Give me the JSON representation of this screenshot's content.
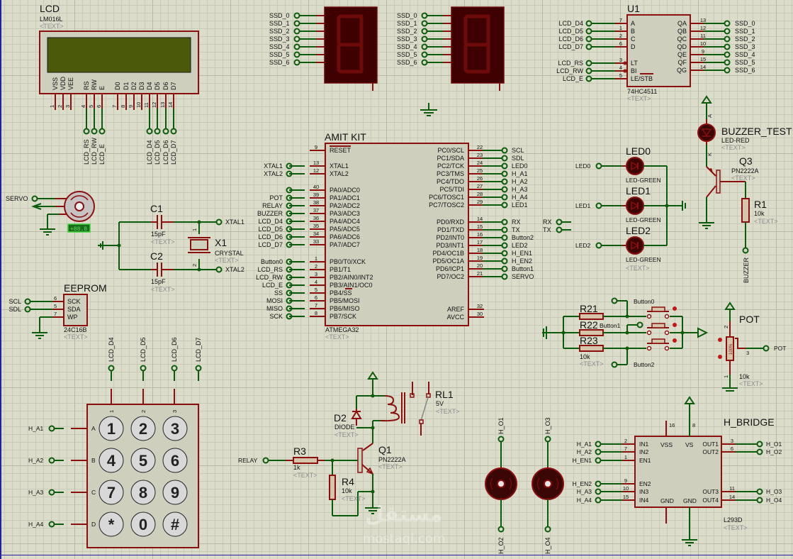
{
  "lcd": {
    "ref": "LCD",
    "part": "LM016L",
    "text": "<TEXT>",
    "pins": [
      {
        "n": "1",
        "l": "VSS"
      },
      {
        "n": "2",
        "l": "VDD"
      },
      {
        "n": "3",
        "l": "VEE"
      },
      {
        "n": "4",
        "l": "RS"
      },
      {
        "n": "5",
        "l": "RW"
      },
      {
        "n": "6",
        "l": "E"
      },
      {
        "n": "7",
        "l": "D0"
      },
      {
        "n": "8",
        "l": "D1"
      },
      {
        "n": "9",
        "l": "D2"
      },
      {
        "n": "10",
        "l": "D3"
      },
      {
        "n": "11",
        "l": "D4"
      },
      {
        "n": "12",
        "l": "D5"
      },
      {
        "n": "13",
        "l": "D6"
      },
      {
        "n": "14",
        "l": "D7"
      }
    ],
    "nets": [
      "LCD_RS",
      "LCD_RW",
      "LCD_E",
      "LCD_D4",
      "LCD_D5",
      "LCD_D6",
      "LCD_D7"
    ]
  },
  "ssd": {
    "nets": [
      "SSD_0",
      "SSD_1",
      "SSD_2",
      "SSD_3",
      "SSD_4",
      "SSD_5",
      "SSD_6"
    ]
  },
  "u1": {
    "ref": "U1",
    "part": "74HC4511",
    "text": "<TEXT>",
    "left": [
      {
        "net": "LCD_D4",
        "n": "7",
        "l": "A"
      },
      {
        "net": "LCD_D5",
        "n": "1",
        "l": "B"
      },
      {
        "net": "LCD_D6",
        "n": "2",
        "l": "C"
      },
      {
        "net": "LCD_D7",
        "n": "6",
        "l": "D"
      },
      {
        "net": "LCD_RS",
        "n": "3",
        "l": "LT"
      },
      {
        "net": "LCD_RW",
        "n": "4",
        "l": "BI"
      },
      {
        "net": "LCD_E",
        "n": "5",
        "l": "LE/STB"
      }
    ],
    "right": [
      {
        "net": "SSD_0",
        "n": "13",
        "l": "QA"
      },
      {
        "net": "SSD_1",
        "n": "12",
        "l": "QB"
      },
      {
        "net": "SSD_2",
        "n": "11",
        "l": "QC"
      },
      {
        "net": "SSD_3",
        "n": "10",
        "l": "QD"
      },
      {
        "net": "SSD_4",
        "n": "9",
        "l": "QE"
      },
      {
        "net": "SSD_5",
        "n": "15",
        "l": "QF"
      },
      {
        "net": "SSD_6",
        "n": "14",
        "l": "QG"
      }
    ]
  },
  "mcu": {
    "ref": "AMIT KIT",
    "part": "ATMEGA32",
    "text": "<TEXT>",
    "reset": {
      "n": "9",
      "l": "RESET"
    },
    "xtal": [
      {
        "net": "XTAL1",
        "n": "13",
        "l": "XTAL1"
      },
      {
        "net": "XTAL2",
        "n": "12",
        "l": "XTAL2"
      }
    ],
    "porta": [
      {
        "net": "",
        "n": "40",
        "l": "PA0/ADC0"
      },
      {
        "net": "POT",
        "n": "39",
        "l": "PA1/ADC1"
      },
      {
        "net": "RELAY",
        "n": "38",
        "l": "PA2/ADC2"
      },
      {
        "net": "BUZZER",
        "n": "37",
        "l": "PA3/ADC3"
      },
      {
        "net": "LCD_D4",
        "n": "36",
        "l": "PA4/ADC4"
      },
      {
        "net": "LCD_D5",
        "n": "35",
        "l": "PA5/ADC5"
      },
      {
        "net": "LCD_D6",
        "n": "34",
        "l": "PA6/ADC6"
      },
      {
        "net": "LCD_D7",
        "n": "33",
        "l": "PA7/ADC7"
      }
    ],
    "portb": [
      {
        "net": "Button0",
        "n": "1",
        "l": "PB0/T0/XCK"
      },
      {
        "net": "LCD_RS",
        "n": "2",
        "l": "PB1/T1"
      },
      {
        "net": "LCD_RW",
        "n": "3",
        "l": "PB2/AIN0/INT2"
      },
      {
        "net": "LCD_E",
        "n": "4",
        "l": "PB3/AIN1/OC0"
      },
      {
        "net": "SS",
        "n": "5",
        "l": "PB4/SS"
      },
      {
        "net": "MOSI",
        "n": "6",
        "l": "PB5/MOSI"
      },
      {
        "net": "MISO",
        "n": "7",
        "l": "PB6/MISO"
      },
      {
        "net": "SCK",
        "n": "8",
        "l": "PB7/SCK"
      }
    ],
    "portc": [
      {
        "net": "SCL",
        "n": "22",
        "l": "PC0/SCL"
      },
      {
        "net": "SDL",
        "n": "23",
        "l": "PC1/SDA"
      },
      {
        "net": "LED0",
        "n": "24",
        "l": "PC2/TCK"
      },
      {
        "net": "H_A1",
        "n": "25",
        "l": "PC3/TMS"
      },
      {
        "net": "H_A2",
        "n": "26",
        "l": "PC4/TDO"
      },
      {
        "net": "H_A3",
        "n": "27",
        "l": "PC5/TDI"
      },
      {
        "net": "H_A4",
        "n": "28",
        "l": "PC6/TOSC1"
      },
      {
        "net": "LED1",
        "n": "29",
        "l": "PC7/TOSC2"
      }
    ],
    "portd": [
      {
        "net": "RX",
        "n": "14",
        "l": "PD0/RXD"
      },
      {
        "net": "TX",
        "n": "15",
        "l": "PD1/TXD"
      },
      {
        "net": "Button2",
        "n": "16",
        "l": "PD2/INT0"
      },
      {
        "net": "LED2",
        "n": "17",
        "l": "PD3/INT1"
      },
      {
        "net": "H_EN1",
        "n": "18",
        "l": "PD4/OC1B"
      },
      {
        "net": "H_EN2",
        "n": "19",
        "l": "PD5/OC1A"
      },
      {
        "net": "Button1",
        "n": "20",
        "l": "PD6/ICP1"
      },
      {
        "net": "SERVO",
        "n": "21",
        "l": "PD7/OC2"
      }
    ],
    "analog": [
      {
        "n": "32",
        "l": "AREF"
      },
      {
        "n": "30",
        "l": "AVCC"
      }
    ]
  },
  "servo": {
    "net": "SERVO",
    "display": "+88.8"
  },
  "crystal": {
    "c1": "C1",
    "c1v": "15pF",
    "c2": "C2",
    "c2v": "15pF",
    "x1": "X1",
    "x1v": "CRYSTAL",
    "text": "<TEXT>",
    "net1": "XTAL1",
    "net2": "XTAL2",
    "p1": "1",
    "p2": "2"
  },
  "eeprom": {
    "ref": "EEPROM",
    "part": "24C16B",
    "text": "<TEXT>",
    "pins": [
      {
        "net": "SCL",
        "n": "6",
        "l": "SCK"
      },
      {
        "net": "SDL",
        "n": "5",
        "l": "SDA"
      },
      {
        "net": "",
        "n": "7",
        "l": "WP"
      }
    ]
  },
  "leds": {
    "items": [
      {
        "net": "LED0",
        "ref": "LED0",
        "part": "LED-GREEN"
      },
      {
        "net": "LED1",
        "ref": "LED1",
        "part": "LED-GREEN"
      },
      {
        "net": "LED2",
        "ref": "LED2",
        "part": "LED-GREEN"
      }
    ],
    "uart": [
      "RX",
      "TX"
    ],
    "text": "<TEXT>"
  },
  "buzzer": {
    "ref": "BUZZER_TEST",
    "part": "LED-RED",
    "anode": "A",
    "cathode": "K",
    "q": "Q3",
    "qpart": "PN2222A",
    "r": "R1",
    "rv": "10k",
    "net": "BUZZER",
    "text": "<TEXT>"
  },
  "buttons": {
    "r21": "R21",
    "r22": "R22",
    "r23": "R23",
    "rv": "10k",
    "r_text": "<TEXT>",
    "nets": [
      "Button0",
      "Button1",
      "Button2"
    ]
  },
  "pot": {
    "ref": "POT",
    "value": "10k",
    "pct": "100%",
    "net": "POT",
    "p1": "1",
    "p2": "2",
    "p3": "3",
    "text": "<TEXT>"
  },
  "keypad": {
    "cols": [
      "LCD_D4",
      "LCD_D5",
      "LCD_D6",
      "LCD_D7"
    ],
    "col_pins": [
      "1",
      "2",
      "3"
    ],
    "rows": [
      {
        "net": "H_A1",
        "l": "A"
      },
      {
        "net": "H_A2",
        "l": "B"
      },
      {
        "net": "H_A3",
        "l": "C"
      },
      {
        "net": "H_A4",
        "l": "D"
      }
    ],
    "keys": [
      "1",
      "2",
      "3",
      "4",
      "5",
      "6",
      "7",
      "8",
      "9",
      "*",
      "0",
      "#"
    ]
  },
  "relay": {
    "ref": "RL1",
    "value": "5V",
    "d": "D2",
    "dpart": "DIODE",
    "q": "Q1",
    "qpart": "PN2222A",
    "r3": "R3",
    "r3v": "1k",
    "r4": "R4",
    "r4v": "10k",
    "net": "RELAY",
    "text": "<TEXT>"
  },
  "motors": {
    "top": [
      "H_O1",
      "H_O3"
    ],
    "bottom": [
      "H_O2",
      "H_O4"
    ]
  },
  "hbridge": {
    "ref": "H_BRIDGE",
    "part": "L293D",
    "text": "<TEXT>",
    "left": [
      {
        "net": "H_A1",
        "n": "2",
        "l": "IN1"
      },
      {
        "net": "H_A2",
        "n": "7",
        "l": "IN2"
      },
      {
        "net": "H_EN1",
        "n": "1",
        "l": "EN1"
      },
      {
        "net": "H_EN2",
        "n": "9",
        "l": "EN2"
      },
      {
        "net": "H_A3",
        "n": "10",
        "l": "IN3"
      },
      {
        "net": "H_A4",
        "n": "15",
        "l": "IN4"
      }
    ],
    "right": [
      {
        "net": "H_O1",
        "n": "3",
        "l": "OUT1"
      },
      {
        "net": "H_O2",
        "n": "6",
        "l": "OUT2"
      },
      {
        "net": "H_O3",
        "n": "11",
        "l": "OUT3"
      },
      {
        "net": "H_O4",
        "n": "14",
        "l": "OUT4"
      }
    ],
    "top": [
      {
        "n": "16",
        "l": "VSS"
      },
      {
        "n": "8",
        "l": "VS"
      }
    ],
    "bottom": [
      "GND",
      "GND"
    ]
  },
  "watermark": {
    "arabic": "مستقل",
    "latin": "mostaql.com"
  }
}
